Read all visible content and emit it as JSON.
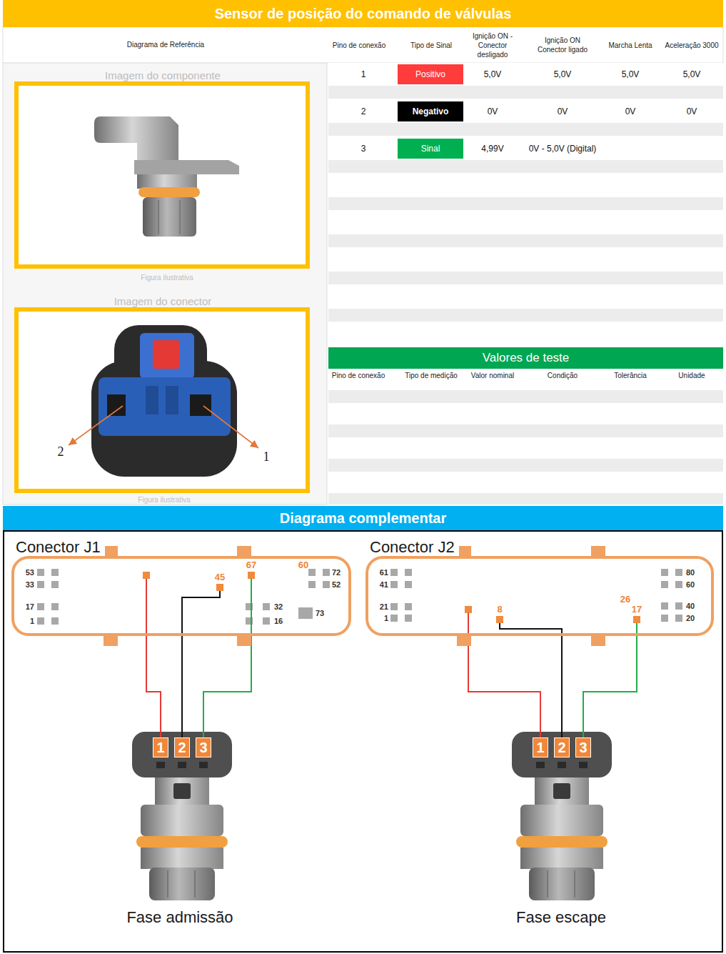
{
  "diagram": {
    "title": "Sensor de posição do comando de válvulas",
    "nodes": [
      {
        "text": [
          "Valores de teste"
        ]
      },
      {
        "text": [
          "Diagrama complementar"
        ]
      },
      {
        "text": [
          "Conector J1"
        ]
      },
      {
        "text": [
          "60"
        ],
        "in": 2
      },
      {
        "text": [
          "45"
        ],
        "in": 2
      },
      {
        "text": [
          "67"
        ],
        "in": 2
      },
      {
        "text": [
          "Conector J2"
        ]
      },
      {
        "text": [
          "26"
        ],
        "in": 6
      },
      {
        "text": [
          "8"
        ],
        "in": 6
      },
      {
        "text": [
          "17"
        ],
        "in": 6
      },
      {
        "text": [
          "1"
        ]
      },
      {
        "text": [
          "2"
        ]
      },
      {
        "text": [
          "3"
        ]
      },
      {
        "text": [
          "1"
        ]
      },
      {
        "text": [
          "2"
        ]
      },
      {
        "text": [
          "3"
        ]
      }
    ],
    "edges": [
      {
        "from": 3,
        "to": 10,
        "arrow": "none"
      },
      {
        "from": 4,
        "to": 11,
        "arrow": "none"
      },
      {
        "from": 5,
        "to": 12,
        "arrow": "none"
      },
      {
        "from": 7,
        "to": 13,
        "arrow": "none"
      },
      {
        "from": 8,
        "to": 14,
        "arrow": "none"
      },
      {
        "from": 9,
        "to": 15,
        "arrow": "none"
      }
    ],
    "labels": [
      "Diagrama de Referência",
      "Pino de conexão",
      "Tipo de Sinal",
      "Ignição ON - Conector desligado",
      "Ignição ON Conector ligado",
      "Marcha Lenta",
      "Aceleração 3000",
      "1",
      "Positivo",
      "5,0V",
      "5,0V",
      "5,0V",
      "5,0V",
      "2",
      "Negativo",
      "0V",
      "0V",
      "0V",
      "0V",
      "3",
      "Sinal",
      "4,99V",
      "0V - 5,0V (Digital)",
      "Imagem do componente",
      "Figura ilustrativa",
      "Imagem do conector",
      "2",
      "1",
      "Figura ilustrativa",
      "Pino de conexão",
      "Tipo de medição",
      "Valor nominal",
      "Condição",
      "Tolerância",
      "Unidade",
      "53",
      "33",
      "17",
      "1",
      "72",
      "52",
      "32",
      "16",
      "73",
      "61",
      "41",
      "21",
      "1",
      "80",
      "60",
      "40",
      "20",
      "Fase admissão",
      "Fase escape"
    ]
  }
}
